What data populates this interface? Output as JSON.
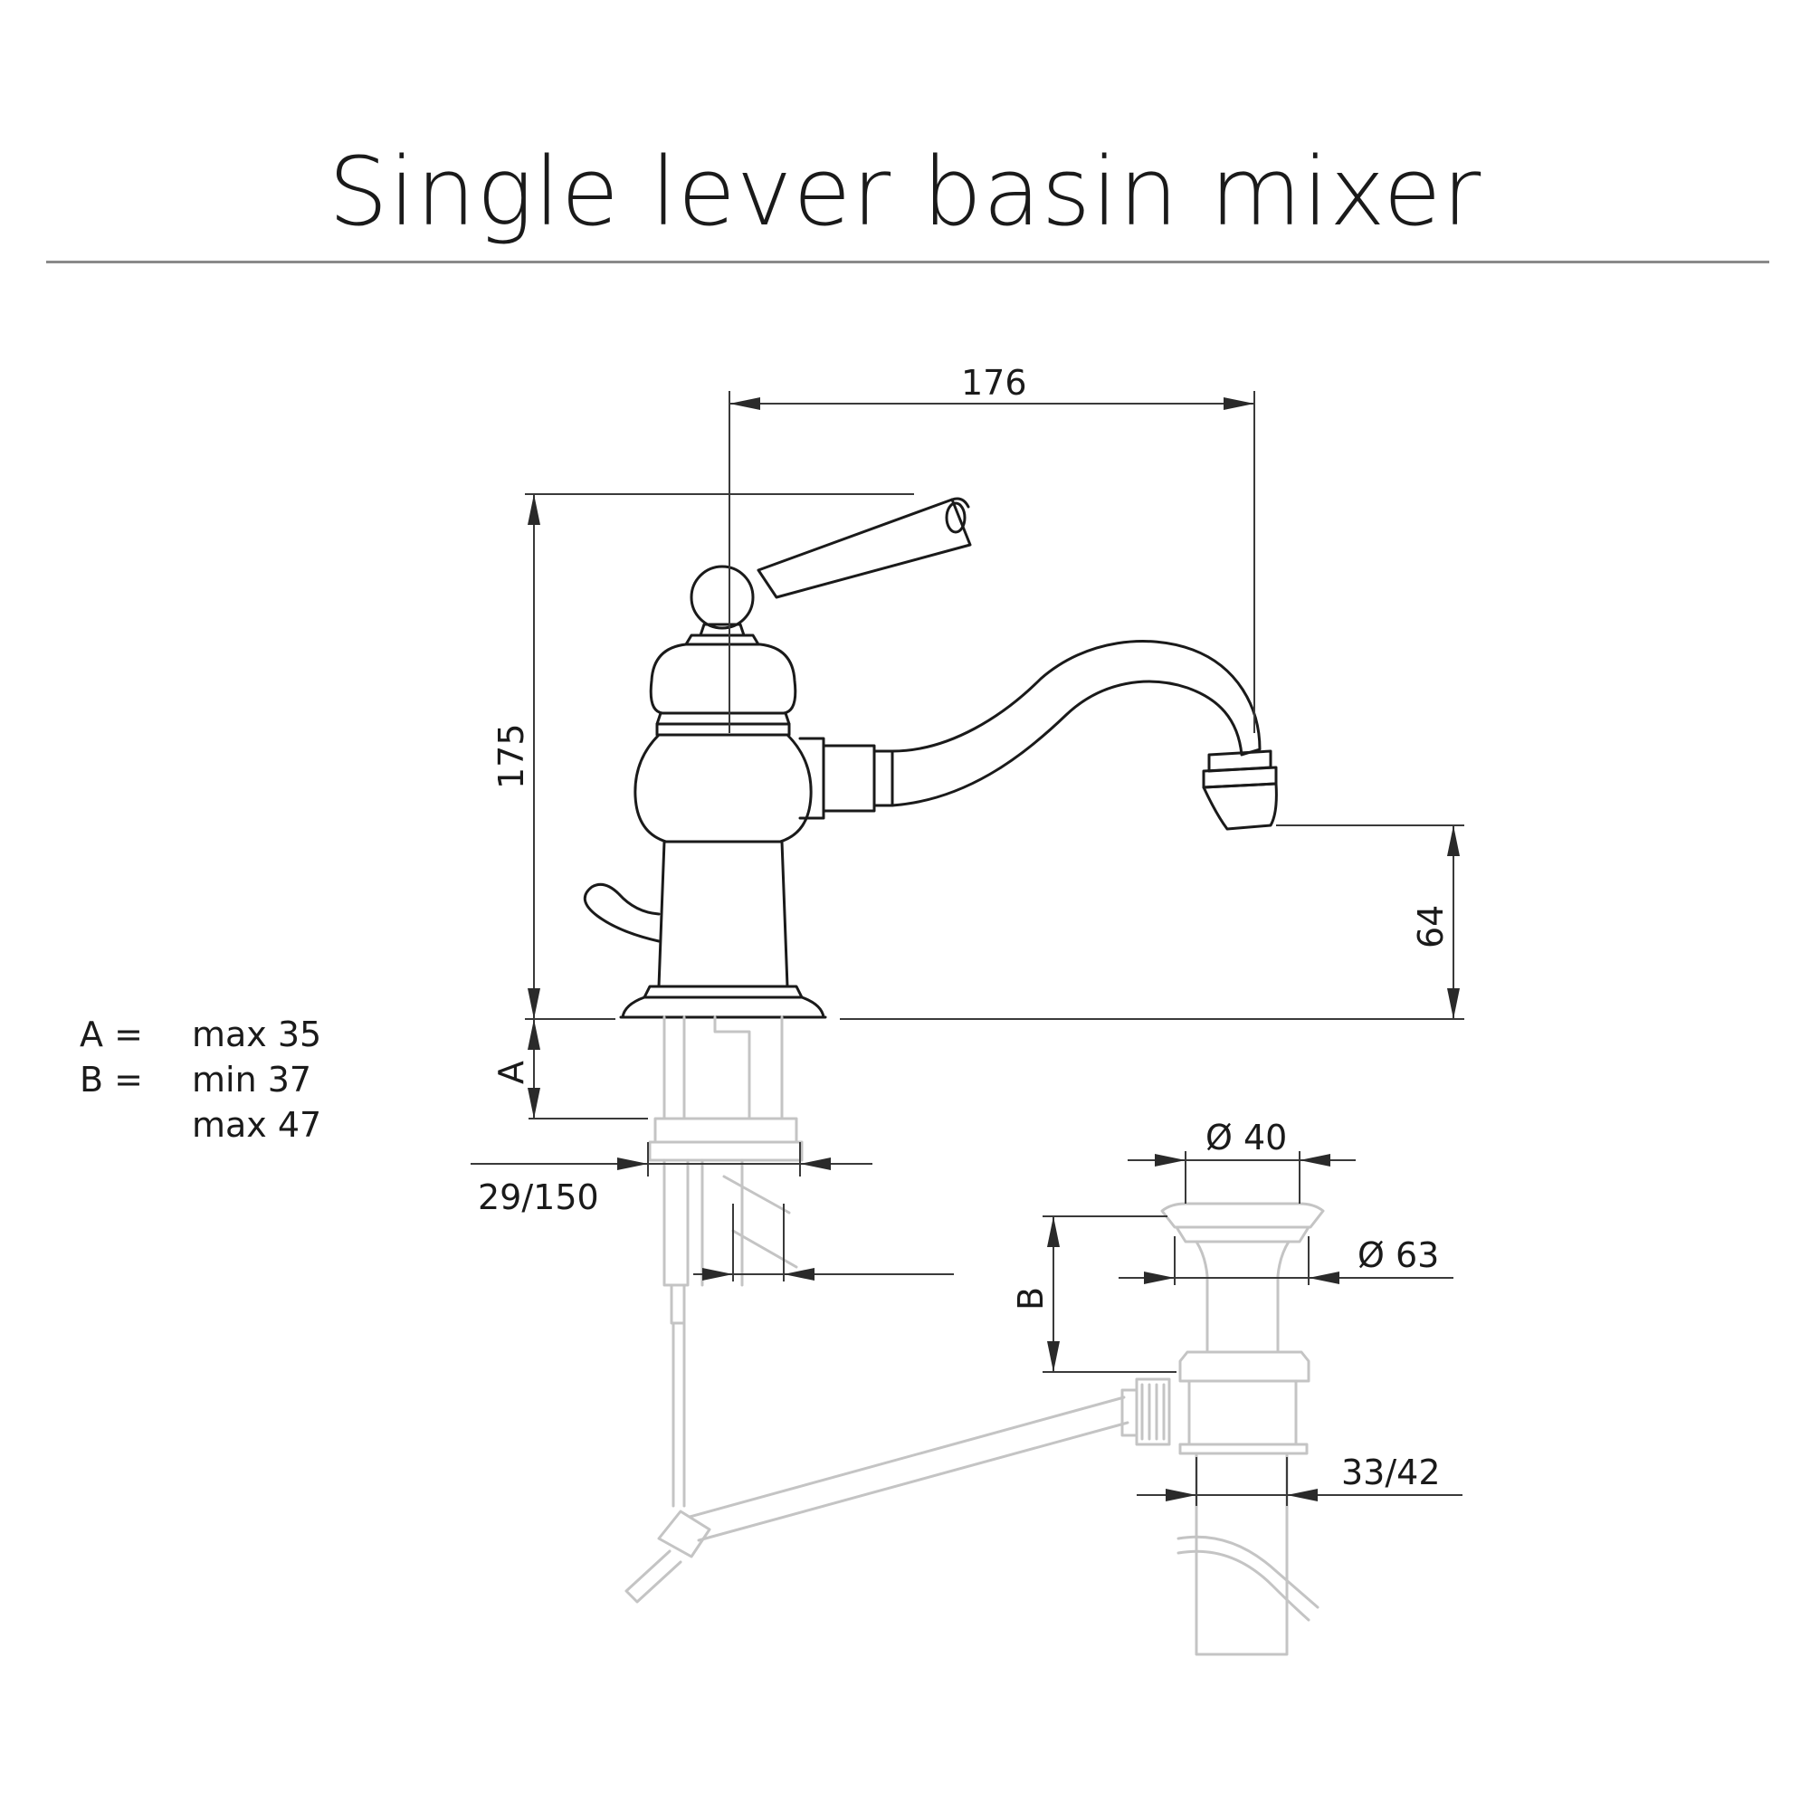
{
  "title": "Single lever basin mixer",
  "legend": [
    {
      "key": "A =",
      "value": "max 35"
    },
    {
      "key": "B =",
      "value": "min 37"
    },
    {
      "key": "",
      "value": "max 47"
    }
  ],
  "dimensions": {
    "spout_reach": "176",
    "overall_height": "175",
    "spout_height": "64",
    "deck_thickness": "A",
    "hole_diameter": "29/150",
    "waste_diameter_top": "Ø 40",
    "waste_flange_diameter": "Ø 63",
    "waste_depth": "B",
    "waste_outlet": "33/42"
  },
  "colors": {
    "line_dark": "#1a1a1a",
    "line_light": "#c4c4c4",
    "rule": "#8a8a8a"
  }
}
